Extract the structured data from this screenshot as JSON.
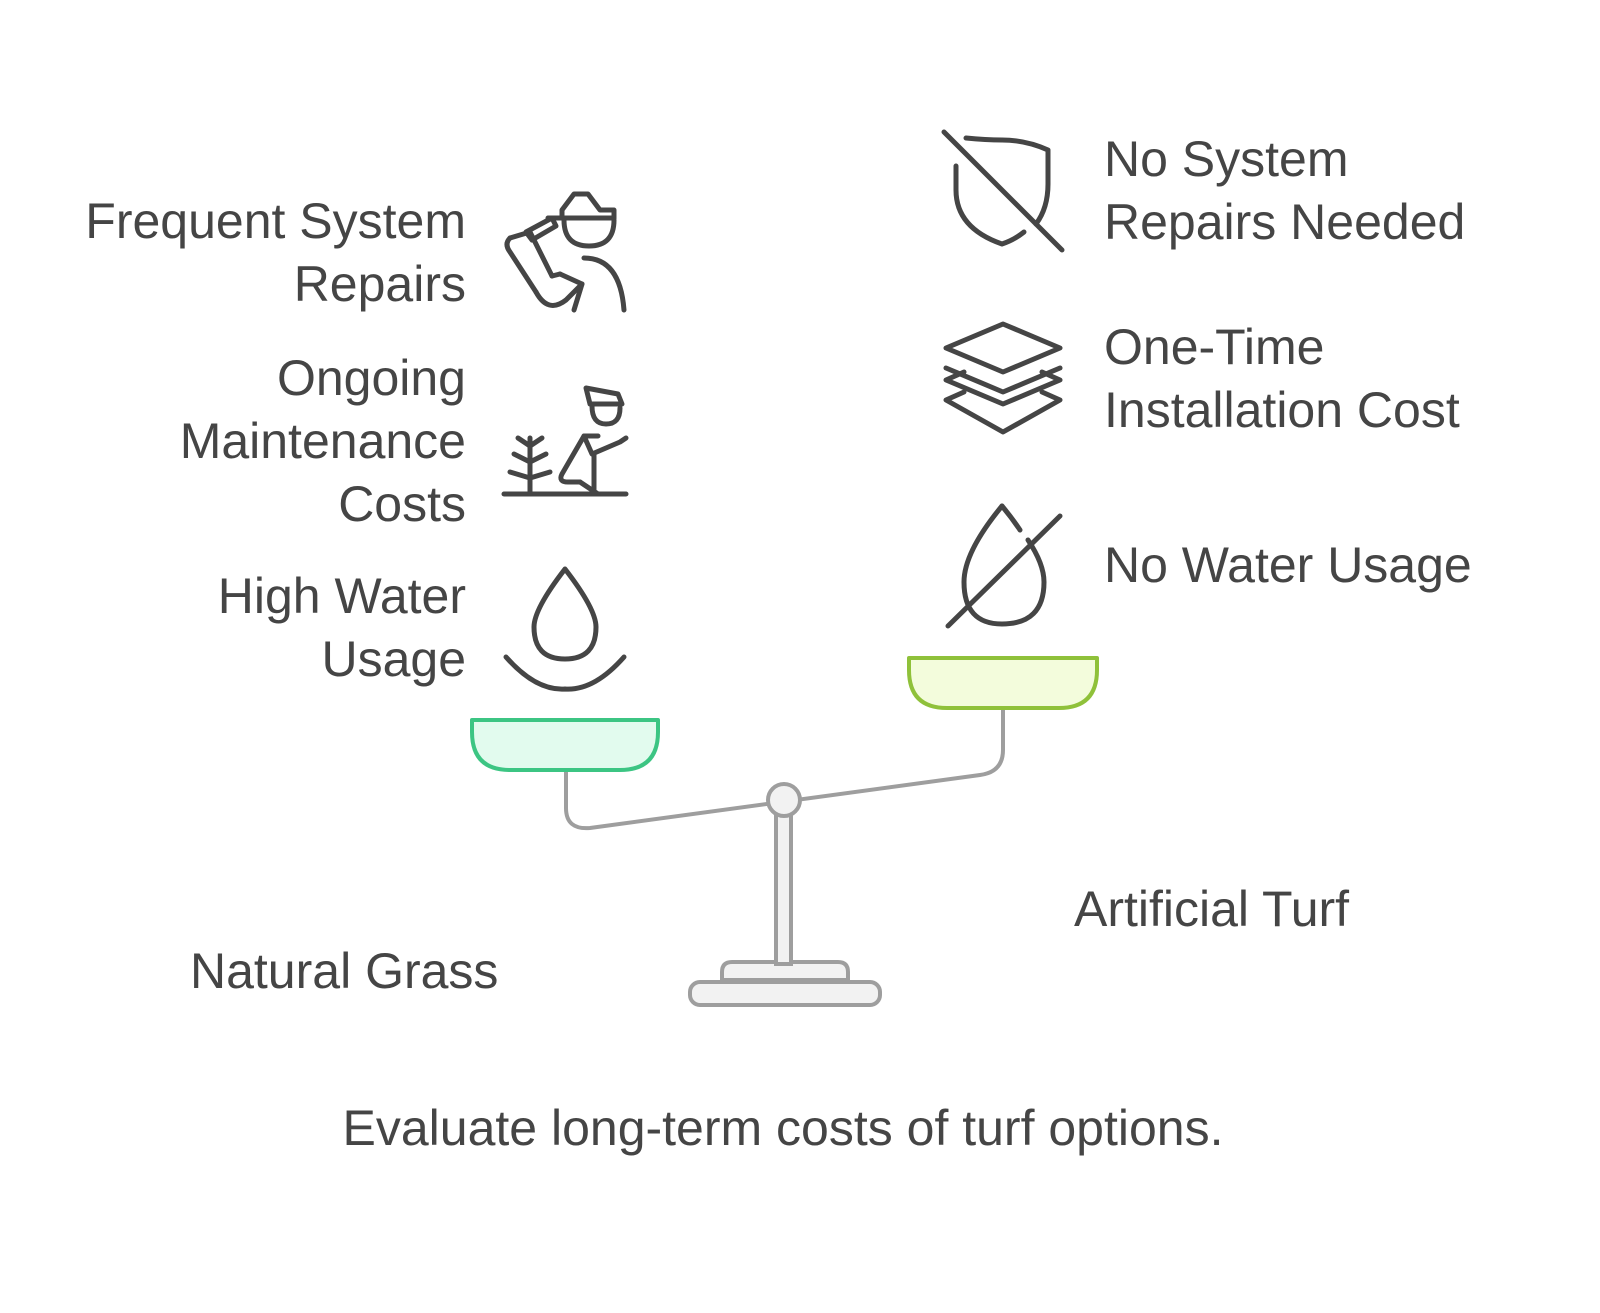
{
  "diagram": {
    "caption": "Evaluate long-term costs of turf options.",
    "left_option": {
      "title": "Natural Grass",
      "pan_color": "#e2fbee",
      "pan_stroke": "#3cc583",
      "items": [
        {
          "lines": [
            "Frequent System",
            "Repairs"
          ],
          "icon": "repair-technician-icon"
        },
        {
          "lines": [
            "Ongoing",
            "Maintenance",
            "Costs"
          ],
          "icon": "gardener-icon"
        },
        {
          "lines": [
            "High Water",
            "Usage"
          ],
          "icon": "water-drop-icon"
        }
      ]
    },
    "right_option": {
      "title": "Artificial Turf",
      "pan_color": "#f3fcdc",
      "pan_stroke": "#8fc13a",
      "items": [
        {
          "lines": [
            "No System",
            "Repairs Needed"
          ],
          "icon": "no-shield-icon"
        },
        {
          "lines": [
            "One-Time",
            "Installation Cost"
          ],
          "icon": "layers-icon"
        },
        {
          "lines": [
            "No Water Usage"
          ],
          "icon": "no-water-drop-icon"
        }
      ]
    },
    "colors": {
      "text": "#454545",
      "icon_stroke": "#454545",
      "scale_stroke": "#9e9e9e",
      "scale_fill": "#f2f2f2"
    }
  }
}
